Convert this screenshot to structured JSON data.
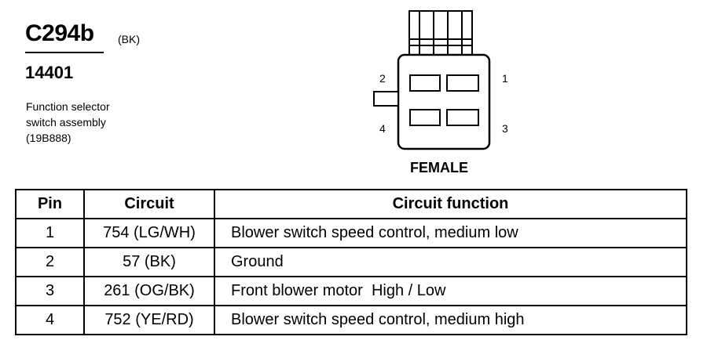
{
  "header": {
    "connector_id": "C294b",
    "connector_color": "(BK)",
    "part_number": "14401",
    "description_lines": [
      "Function selector",
      "switch assembly",
      "(19B888)"
    ]
  },
  "connector": {
    "caption": "FEMALE",
    "pin_labels": [
      "2",
      "1",
      "4",
      "3"
    ]
  },
  "table": {
    "headers": [
      "Pin",
      "Circuit",
      "Circuit function"
    ],
    "rows": [
      [
        "1",
        "754 (LG/WH)",
        "Blower switch speed control, medium low"
      ],
      [
        "2",
        "57 (BK)",
        "Ground"
      ],
      [
        "3",
        "261 (OG/BK)",
        "Front blower motor  High / Low"
      ],
      [
        "4",
        "752 (YE/RD)",
        "Blower switch speed control, medium high"
      ]
    ]
  }
}
